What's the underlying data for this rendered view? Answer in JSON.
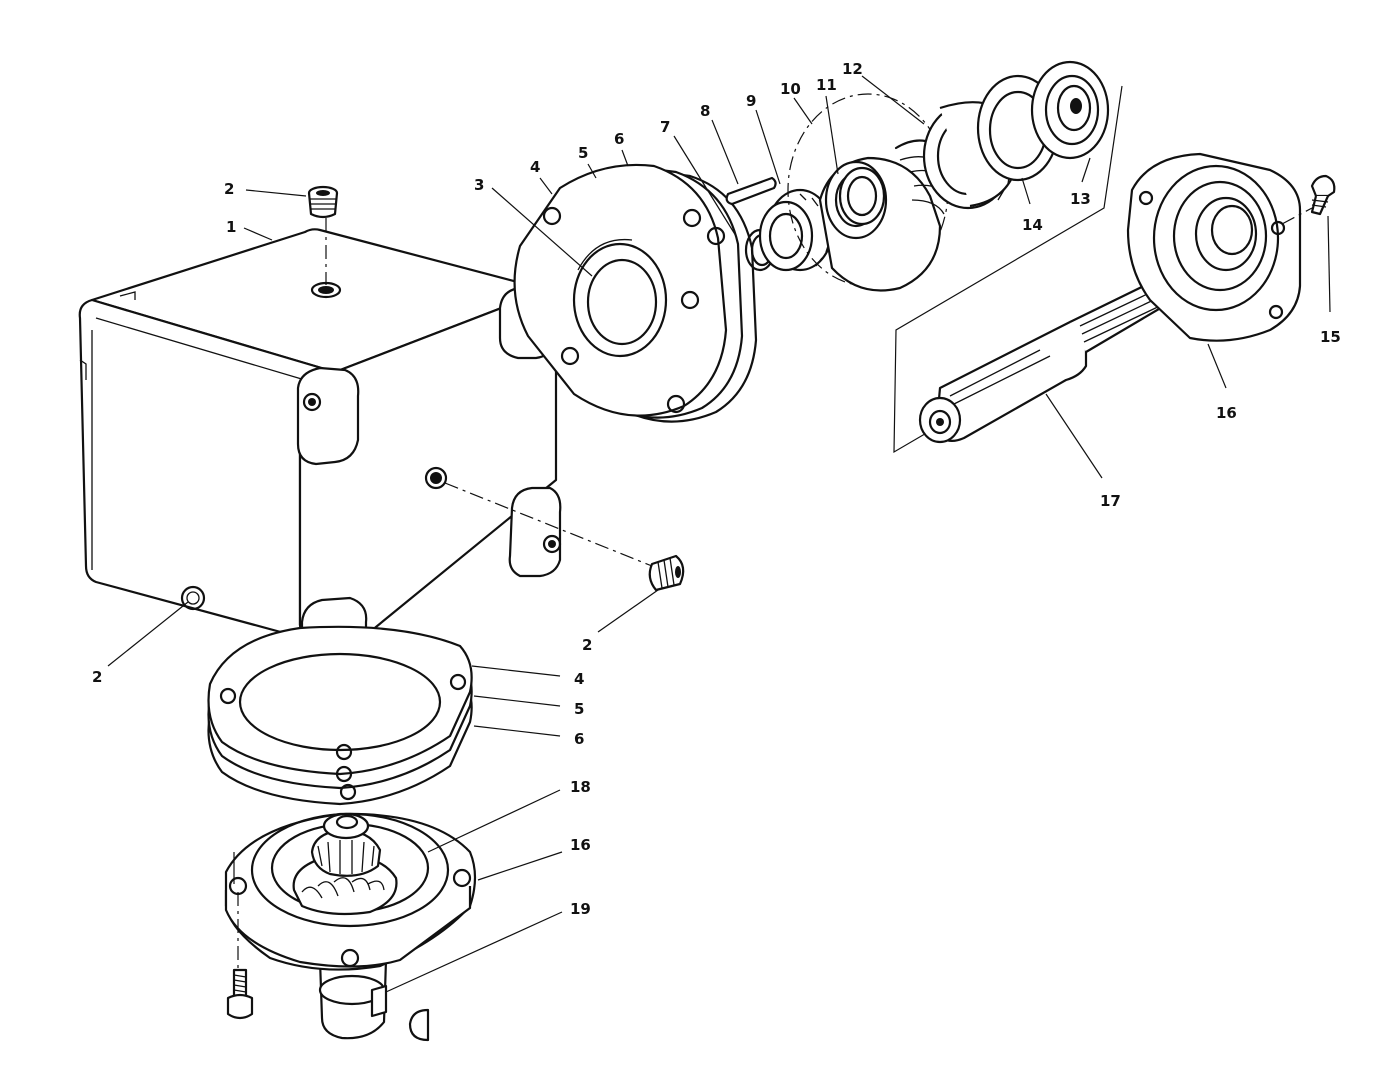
{
  "diagram": {
    "callouts": [
      {
        "id": "c1",
        "text": "1"
      },
      {
        "id": "c2a",
        "text": "2"
      },
      {
        "id": "c2b",
        "text": "2"
      },
      {
        "id": "c2c",
        "text": "2"
      },
      {
        "id": "c3",
        "text": "3"
      },
      {
        "id": "c4a",
        "text": "4"
      },
      {
        "id": "c4b",
        "text": "4"
      },
      {
        "id": "c5a",
        "text": "5"
      },
      {
        "id": "c5b",
        "text": "5"
      },
      {
        "id": "c6a",
        "text": "6"
      },
      {
        "id": "c6b",
        "text": "6"
      },
      {
        "id": "c7",
        "text": "7"
      },
      {
        "id": "c8",
        "text": "8"
      },
      {
        "id": "c9",
        "text": "9"
      },
      {
        "id": "c10",
        "text": "10"
      },
      {
        "id": "c11",
        "text": "11"
      },
      {
        "id": "c12",
        "text": "12"
      },
      {
        "id": "c13",
        "text": "13"
      },
      {
        "id": "c14",
        "text": "14"
      },
      {
        "id": "c15",
        "text": "15"
      },
      {
        "id": "c16a",
        "text": "16"
      },
      {
        "id": "c16b",
        "text": "16"
      },
      {
        "id": "c17",
        "text": "17"
      },
      {
        "id": "c18",
        "text": "18"
      },
      {
        "id": "c19",
        "text": "19"
      }
    ]
  }
}
